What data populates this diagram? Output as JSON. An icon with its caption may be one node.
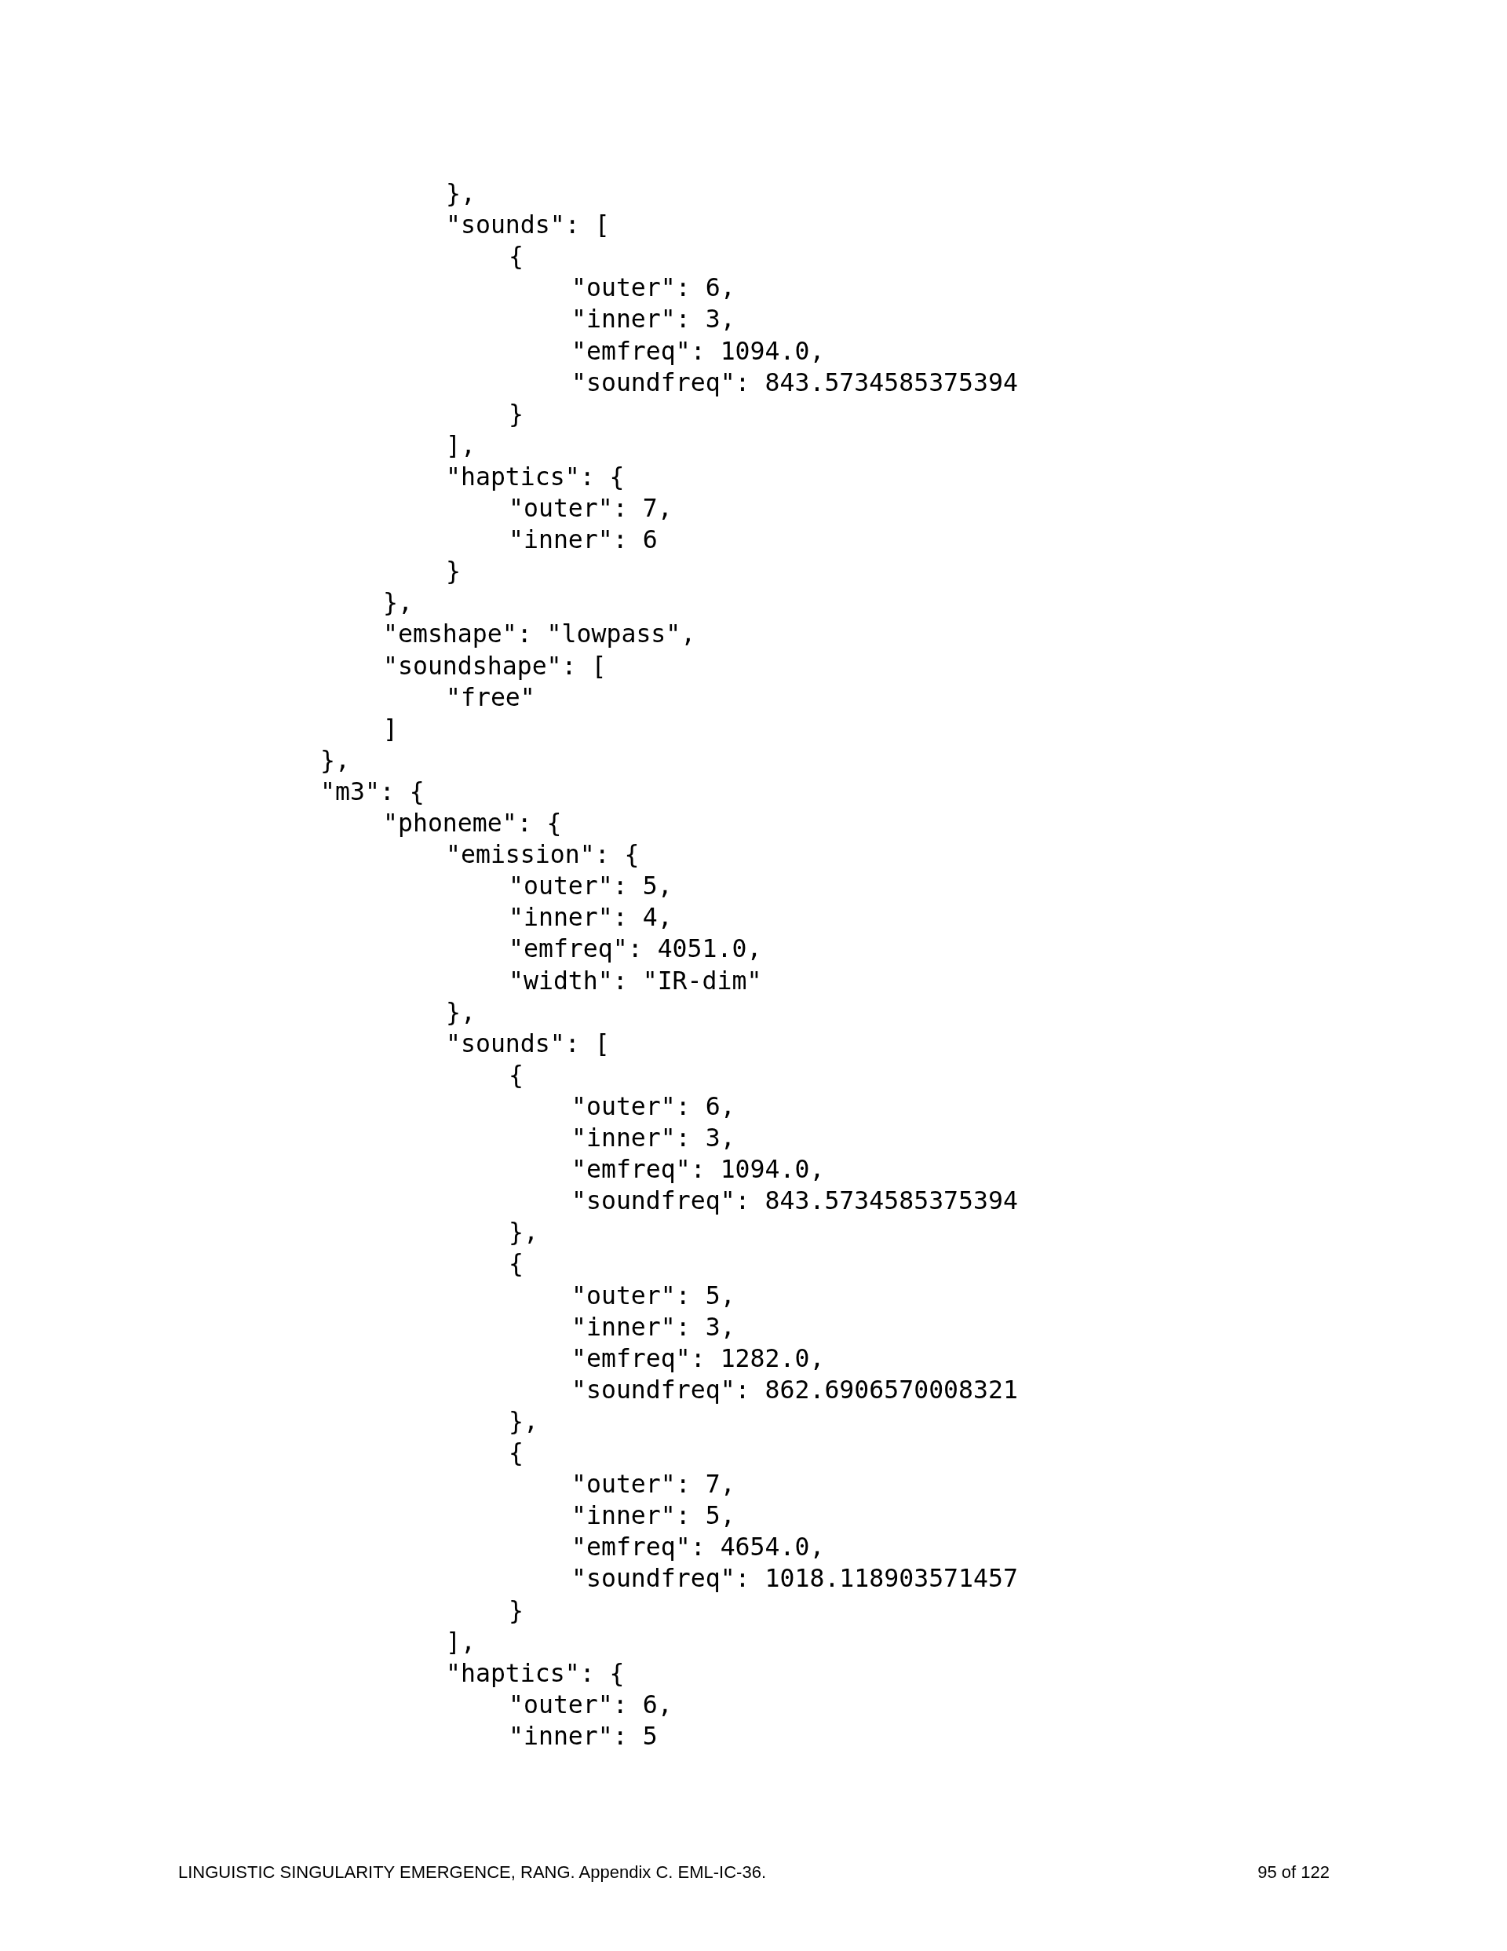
{
  "diagram": {
    "labels": [
      "},",
      "\"sounds\": [",
      "{",
      "\"outer\": 6,",
      "\"inner\": 3,",
      "\"emfreq\": 1094.0,",
      "\"soundfreq\": 843.5734585375394",
      "}",
      "],",
      "\"haptics\": {",
      "\"outer\": 7,",
      "\"inner\": 6",
      "}",
      "},",
      "\"emshape\": \"lowpass\",",
      "\"soundshape\": [",
      "\"free\"",
      "]",
      "},",
      "\"m3\": {",
      "\"phoneme\": {",
      "\"emission\": {",
      "\"outer\": 5,",
      "\"inner\": 4,",
      "\"emfreq\": 4051.0,",
      "\"width\": \"IR-dim\"",
      "},",
      "\"sounds\": [",
      "{",
      "\"outer\": 6,",
      "\"inner\": 3,",
      "\"emfreq\": 1094.0,",
      "\"soundfreq\": 843.5734585375394",
      "},",
      "{",
      "\"outer\": 5,",
      "\"inner\": 3,",
      "\"emfreq\": 1282.0,",
      "\"soundfreq\": 862.6906570008321",
      "},",
      "{",
      "\"outer\": 7,",
      "\"inner\": 5,",
      "\"emfreq\": 4654.0,",
      "\"soundfreq\": 1018.118903571457",
      "}",
      "],",
      "\"haptics\": {",
      "\"outer\": 6,",
      "\"inner\": 5",
      "LINGUISTIC SINGULARITY EMERGENCE, RANG. Appendix C. EML-IC-36.",
      "95 of 122"
    ]
  }
}
